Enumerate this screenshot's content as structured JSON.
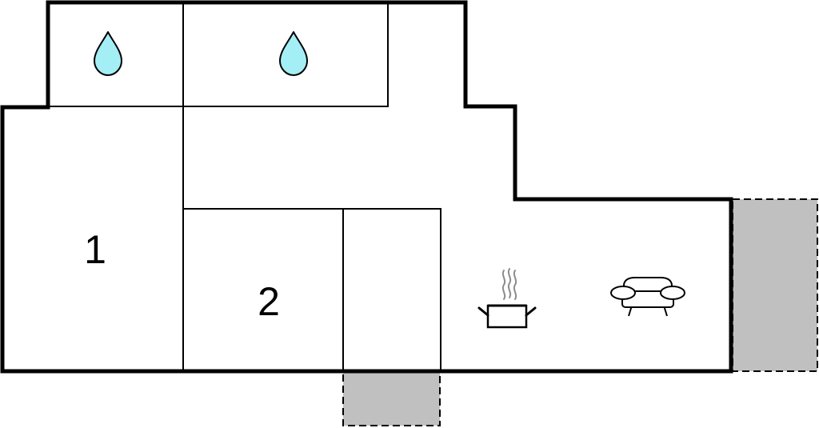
{
  "floorplan": {
    "rooms": [
      {
        "id": "room-1",
        "label": "1"
      },
      {
        "id": "room-2",
        "label": "2"
      }
    ],
    "icons": [
      {
        "name": "water-drop-icon",
        "meaning": "bathroom"
      },
      {
        "name": "water-drop-icon",
        "meaning": "bathroom"
      },
      {
        "name": "cooking-pot-icon",
        "meaning": "kitchen"
      },
      {
        "name": "sofa-icon",
        "meaning": "living-room"
      }
    ],
    "colors": {
      "wall": "#000000",
      "water": "#a4eef5",
      "terrace": "#c0c0c0",
      "steam": "#8c8c8c",
      "background": "#ffffff"
    }
  }
}
